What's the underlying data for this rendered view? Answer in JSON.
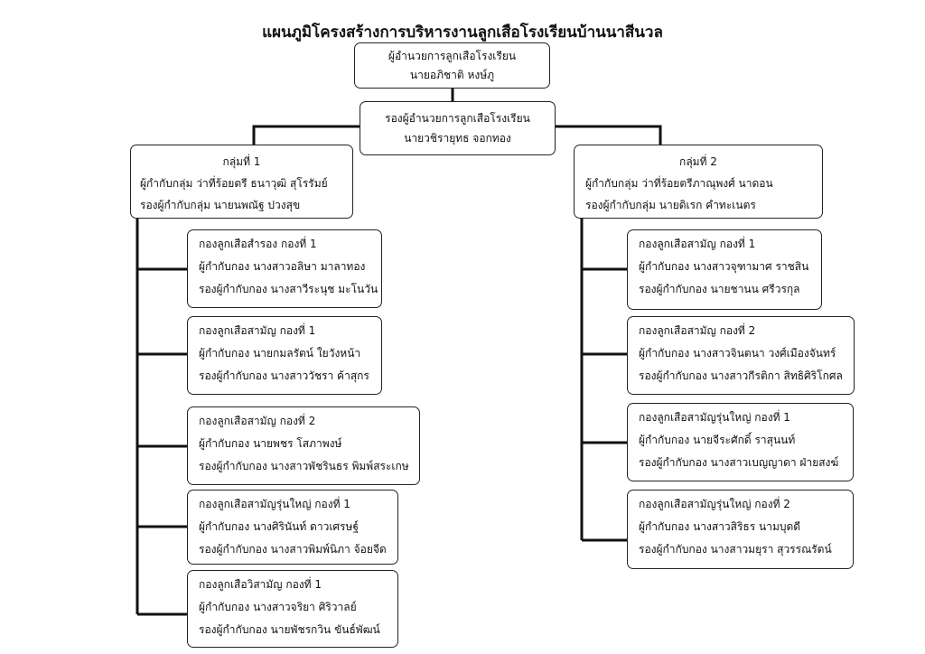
{
  "title": "แผนภูมิโครงสร้างการบริหารงานลูกเสือโรงเรียนบ้านนาสีนวล",
  "director": {
    "role": "ผู้อำนวยการลูกเสือโรงเรียน",
    "name": "นายอภิชาติ  หงษ์ภู"
  },
  "deputy": {
    "role": "รองผู้อำนวยการลูกเสือโรงเรียน",
    "name": "นายวชิรายุทธ  จอกทอง"
  },
  "groups": [
    {
      "title": "กลุ่มที่ 1",
      "leader": "ผู้กำกับกลุ่ม ว่าที่ร้อยตรี ธนาวุฒิ  สุโรรัมย์",
      "deputy": "รองผู้กำกับกลุ่ม  นายนพณัฐ  ปวงสุข",
      "units": [
        {
          "name": "กองลูกเสือสำรอง กองที่ 1",
          "leader": "ผู้กำกับกอง นางสาวอลิษา  มาลาทอง",
          "deputy": "รองผู้กำกับกอง  นางสาวีระนุช  มะโนวัน"
        },
        {
          "name": "กองลูกเสือสามัญ กองที่ 1",
          "leader": "ผู้กำกับกอง นายกมลรัตน์  ใยวังหน้า",
          "deputy": "รองผู้กำกับกอง  นางสาววัชรา  ค้าสุกร"
        },
        {
          "name": "กองลูกเสือสามัญ กองที่ 2",
          "leader": "ผู้กำกับกอง นายพชร  โสภาพงษ์",
          "deputy": "รองผู้กำกับกอง  นางสาวพัชรินธร  พิมพ์สระเกษ"
        },
        {
          "name": "กองลูกเสือสามัญรุ่นใหญ่ กองที่ 1",
          "leader": "ผู้กำกับกอง นางศิรินันท์  ดาวเศรษฐ์",
          "deputy": "รองผู้กำกับกอง  นางสาวพิมพ์นิภา  จ้อยจีด"
        },
        {
          "name": "กองลูกเสือวิสามัญ กองที่ 1",
          "leader": "ผู้กำกับกอง นางสาวจริยา  ศิริวาลย์",
          "deputy": "รองผู้กำกับกอง  นายพัชรกวิน  ขันธ์พัฒน์"
        }
      ]
    },
    {
      "title": "กลุ่มที่ 2",
      "leader": "ผู้กำกับกลุ่ม ว่าที่ร้อยตรีภาณุพงศ์  นาดอน",
      "deputy": "รองผู้กำกับกลุ่ม  นายดิเรก  คำทะเนตร",
      "units": [
        {
          "name": "กองลูกเสือสามัญ กองที่ 1",
          "leader": "ผู้กำกับกอง นางสาวจุฑามาศ  ราชสิน",
          "deputy": "รองผู้กำกับกอง  นายชานน ศรีวรกุล"
        },
        {
          "name": "กองลูกเสือสามัญ กองที่ 2",
          "leader": "ผู้กำกับกอง นางสาวจินตนา  วงศ์เมืองจันทร์",
          "deputy": "รองผู้กำกับกอง  นางสาวกีรติกา  สิทธิศิริโกศล"
        },
        {
          "name": "กองลูกเสือสามัญรุ่นใหญ่ กองที่ 1",
          "leader": "ผู้กำกับกอง นายจีระศักดิ์  ราสุนนท์",
          "deputy": "รองผู้กำกับกอง  นางสาวเบญญาดา  ฝ่ายสงฆ์"
        },
        {
          "name": "กองลูกเสือสามัญรุ่นใหญ่ กองที่ 2",
          "leader": "ผู้กำกับกอง นางสาวสิริธร นามบุดดี",
          "deputy": "รองผู้กำกับกอง  นางสาวมยุรา  สุวรรณรัตน์"
        }
      ]
    }
  ]
}
